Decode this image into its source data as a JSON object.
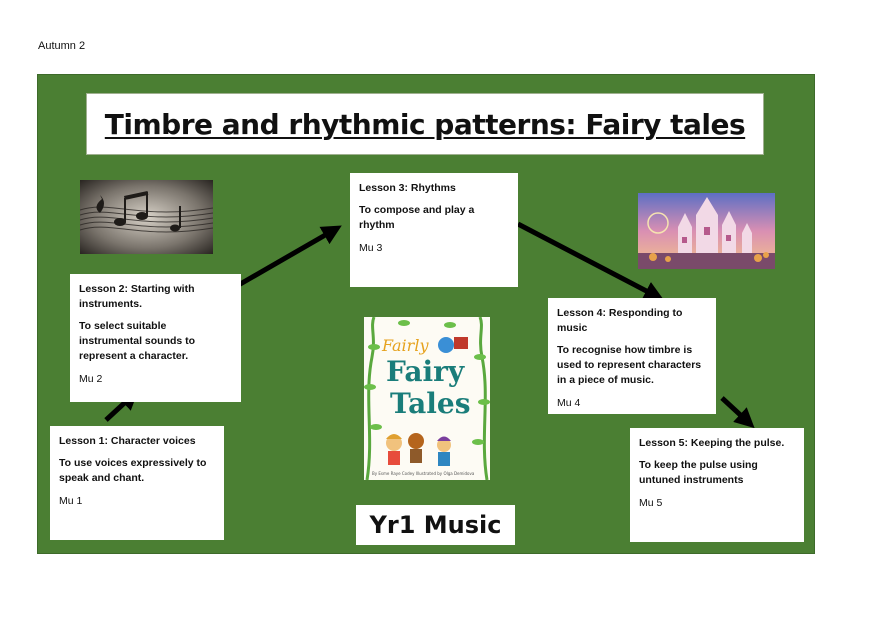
{
  "term": "Autumn 2",
  "title": "Timbre and rhythmic patterns: Fairy tales",
  "subject_label": "Yr1 Music",
  "lessons": [
    {
      "title": "Lesson 1: Character voices",
      "objective": "To use voices expressively to speak and chant.",
      "code": "Mu 1"
    },
    {
      "title": "Lesson 2: Starting with instruments.",
      "objective": "To select suitable instrumental sounds to represent a character.",
      "code": "Mu 2"
    },
    {
      "title": "Lesson 3: Rhythms",
      "objective": "To compose and play a rhythm",
      "code": "Mu 3"
    },
    {
      "title": "Lesson 4: Responding to music",
      "objective": "To recognise how timbre is used to represent characters in a piece of music.",
      "code": "Mu 4"
    },
    {
      "title": "Lesson 5: Keeping the pulse.",
      "objective": "To keep the pulse using untuned instruments",
      "code": "Mu 5"
    }
  ],
  "book": {
    "title_top": "Fairly",
    "title_main": "Fairy",
    "title_sub": "Tales",
    "credit": "By Esme Raye Codey   Illustrated by Olga Demidova"
  },
  "colors": {
    "board": "#4b7f33",
    "card": "#ffffff",
    "arrow": "#000000"
  }
}
